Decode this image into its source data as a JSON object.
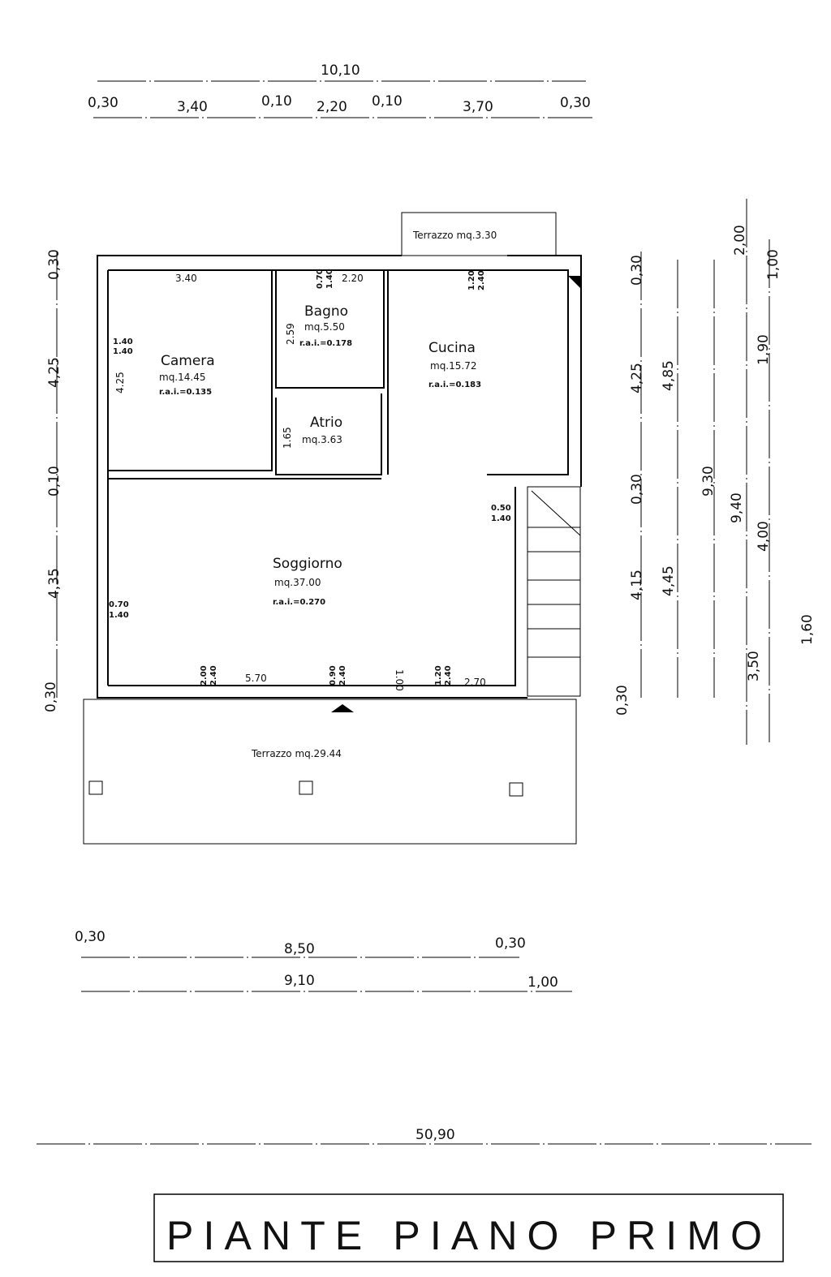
{
  "title": "PIANTE PIANO PRIMO",
  "rooms": {
    "camera": {
      "name": "Camera",
      "area": "mq.14.45",
      "rai": "r.a.i.=0.135"
    },
    "bagno": {
      "name": "Bagno",
      "area": "mq.5.50",
      "rai": "r.a.i.=0.178"
    },
    "cucina": {
      "name": "Cucina",
      "area": "mq.15.72",
      "rai": "r.a.i.=0.183"
    },
    "atrio": {
      "name": "Atrio",
      "area": "mq.3.63"
    },
    "soggiorno": {
      "name": "Soggiorno",
      "area": "mq.37.00",
      "rai": "r.a.i.=0.270"
    },
    "terrazzo_top": {
      "label": "Terrazzo  mq.3.30"
    },
    "terrazzo_bottom": {
      "label": "Terrazzo  mq.29.44"
    }
  },
  "inner_labels": {
    "camera_width": "3.40",
    "bagno_width": "2.20",
    "bagno_depth": "2.59",
    "camera_depth": "4.25",
    "atrio_depth": "1.65",
    "win_camera": "1.40",
    "win_camera_h": "1.40",
    "win_bagno": "0.70",
    "win_bagno_h": "1.40",
    "win_cucina": "1.20",
    "win_cucina_h": "2.40",
    "win_sogg_left": "0.70",
    "win_sogg_left_h": "1.40",
    "win_sogg_right": "0.50",
    "win_sogg_right_h": "1.40",
    "door1": "2.00",
    "door1_h": "2.40",
    "door2": "0.90",
    "door2_h": "2.40",
    "door3": "1.20",
    "door3_h": "2.40",
    "partition": "1.00",
    "sogg_front": "5.70",
    "sogg_front2": "2.70"
  },
  "dims_top": {
    "total": "10,10",
    "segments": [
      "0,30",
      "3,40",
      "0,10",
      "2,20",
      "0,10",
      "3,70",
      "0,30"
    ]
  },
  "dims_left": [
    "0,30",
    "4,25",
    "0,10",
    "4,35",
    "0,30"
  ],
  "dims_right": {
    "col1": [
      "0,30",
      "4,25",
      "0,30",
      "4,15",
      "0,30"
    ],
    "col2": [
      "4,85",
      "4,45"
    ],
    "col3": [
      "9,30"
    ],
    "col4": [
      "2,00",
      "9,40",
      "3,50"
    ],
    "col5": [
      "1,00",
      "1,90",
      "4,00"
    ],
    "col6": [
      "1,60"
    ]
  },
  "dims_bottom": {
    "row1": [
      "0,30",
      "8,50",
      "0,30"
    ],
    "row2": [
      "9,10",
      "1,00"
    ],
    "overall": "50,90"
  }
}
